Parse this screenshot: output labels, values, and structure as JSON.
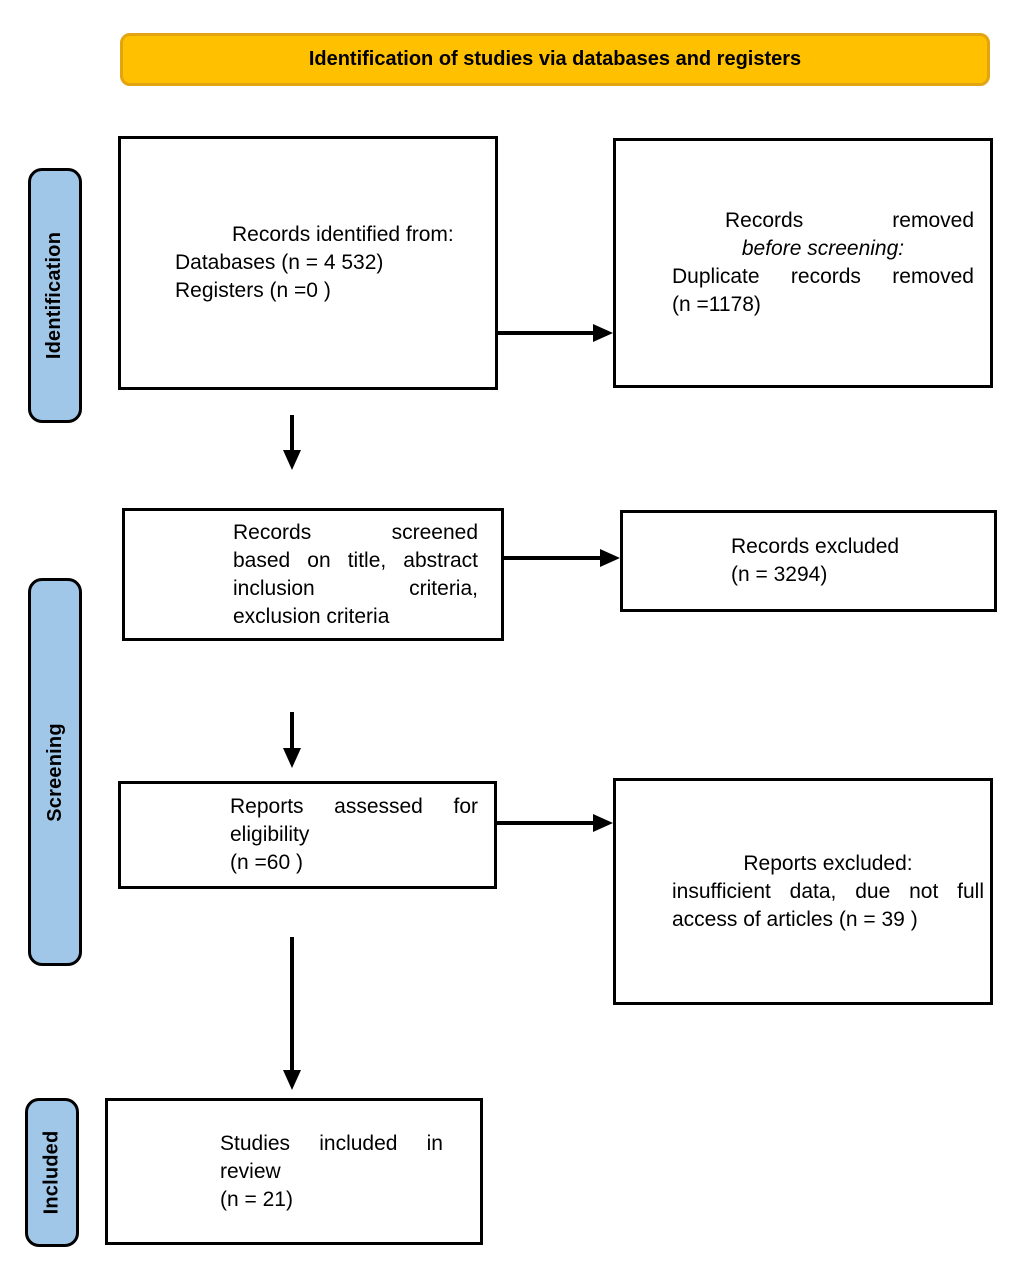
{
  "title_banner": "Identification of studies via databases and registers",
  "stage_labels": {
    "identification": "Identification",
    "screening": "Screening",
    "included": "Included"
  },
  "boxes": {
    "records_identified": {
      "lines": [
        "Records identified from:",
        "Databases (n = 4 532)",
        "Registers (n =0 )"
      ]
    },
    "records_removed": {
      "lines": [
        "Records removed",
        "before screening:",
        "Duplicate records removed",
        "(n =1178)"
      ]
    },
    "records_screened": {
      "lines": [
        "Records screened",
        "based on title, abstract",
        "inclusion criteria,",
        "exclusion criteria"
      ]
    },
    "records_excluded": {
      "lines": [
        "Records excluded",
        "(n = 3294)"
      ]
    },
    "reports_assessed": {
      "lines": [
        "Reports assessed for",
        "eligibility",
        "(n =60 )"
      ]
    },
    "reports_excluded": {
      "lines": [
        "Reports excluded:",
        "insufficient data, due not full",
        "access of articles (n = 39 )"
      ]
    },
    "studies_included": {
      "lines": [
        "Studies included in",
        "review",
        "(n = 21)"
      ]
    }
  },
  "colors": {
    "banner_fill": "#FFC000",
    "banner_border": "#E2A410",
    "stage_fill": "#A0C6E8",
    "box_border": "#000000",
    "arrow": "#000000"
  }
}
